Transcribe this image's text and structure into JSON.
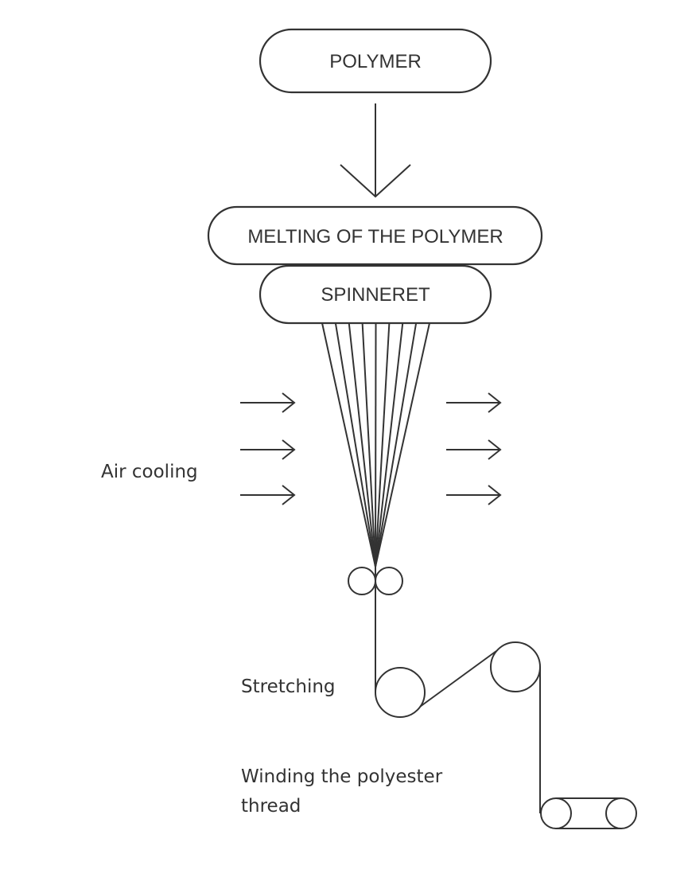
{
  "diagram": {
    "steps": {
      "polymer": "POLYMER",
      "melting": "MELTING OF THE POLYMER",
      "spinneret": "SPINNERET"
    },
    "labels": {
      "air_cooling": "Air cooling",
      "stretching": "Stretching",
      "winding_line1": "Winding the polyester",
      "winding_line2": "thread"
    },
    "filament_count": 9,
    "line_color": "#333333"
  }
}
